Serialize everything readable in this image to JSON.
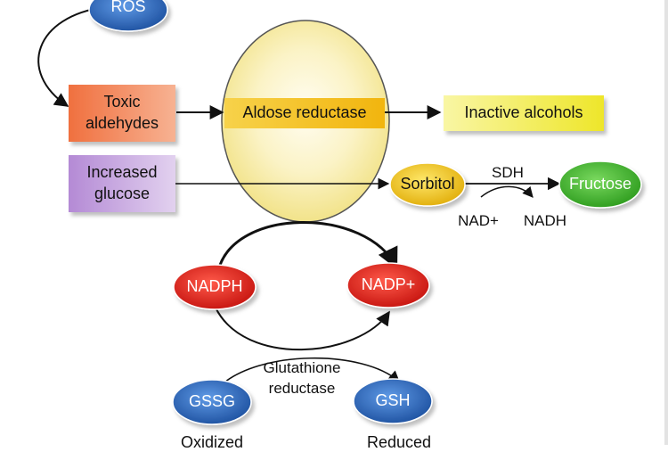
{
  "colors": {
    "red_node": "#e0201c",
    "blue_node": "#2f6fc8",
    "aldose_fill": "#f6eca4",
    "toxic_box": "#ef6d3a",
    "glucose_box": "#b993d6",
    "aldose_box": "#f4c21c",
    "inactive_box": "#f2ee3a",
    "sorbitol_node": "#f3cc14",
    "fructose_node": "#43b82f"
  },
  "nodes": {
    "ros": "ROS",
    "toxic_aldehydes": [
      "Toxic",
      "aldehydes"
    ],
    "increased_glucose": [
      "Increased",
      "glucose"
    ],
    "aldose_reductase": "Aldose reductase",
    "inactive_alcohols": "Inactive alcohols",
    "sorbitol": "Sorbitol",
    "fructose": "Fructose",
    "sdh": "SDH",
    "nad_plus": "NAD+",
    "nadh": "NADH",
    "nadph": "NADPH",
    "nadp_plus": "NADP+",
    "glutathione_reductase": [
      "Glutathione",
      "reductase"
    ],
    "gssg": "GSSG",
    "gsh": "GSH",
    "oxidized": "Oxidized",
    "reduced": "Reduced"
  }
}
